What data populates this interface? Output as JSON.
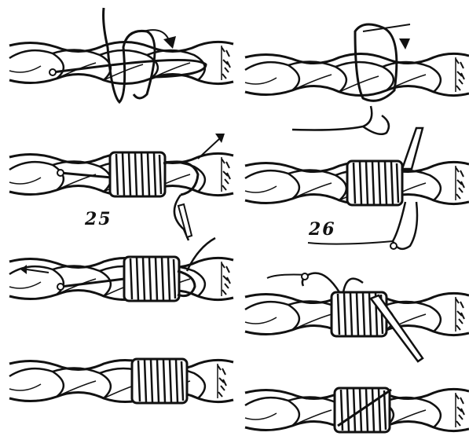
{
  "figures": [
    {
      "number": "25",
      "panels": 4
    },
    {
      "number": "26",
      "panels": 4
    }
  ],
  "colors": {
    "ink": "#111111",
    "paper": "#ffffff"
  }
}
